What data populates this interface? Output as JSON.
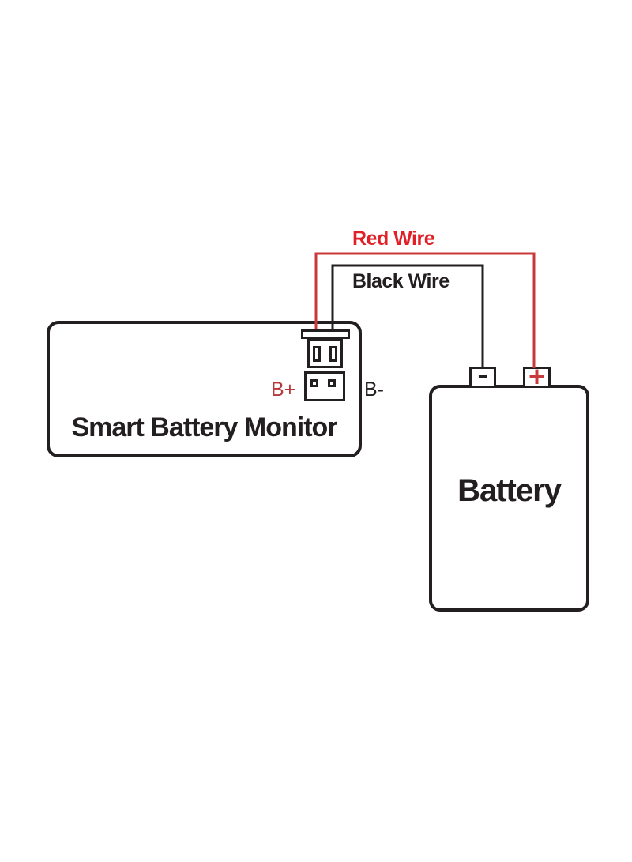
{
  "labels": {
    "red_wire": "Red Wire",
    "black_wire": "Black Wire",
    "monitor": "Smart Battery Monitor",
    "battery": "Battery",
    "b_plus": "B+",
    "b_minus": "B-",
    "terminal_minus": "-",
    "terminal_plus": "+"
  },
  "colors": {
    "label_red": "#e01f26",
    "wire_red": "#c8393c",
    "b_plus_red": "#b5383b",
    "line_black": "#231f20",
    "background": "#ffffff"
  }
}
